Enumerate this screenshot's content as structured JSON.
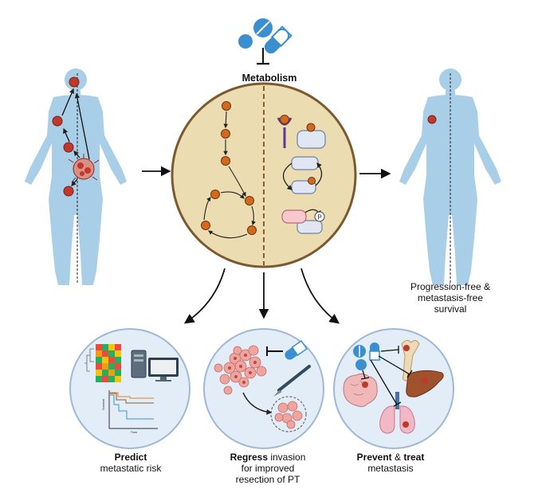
{
  "colors": {
    "body": "#a9cfe8",
    "tumor": "#c0392b",
    "circle_fill": "#ecdcb2",
    "circle_stroke": "#7a5a2e",
    "pill_blue": "#3a8fd0",
    "panel_fill": "#e3edf8",
    "panel_stroke": "#9fb8d6"
  },
  "labels": {
    "metabolism": "Metabolism",
    "survival_line1": "Progression-free &",
    "survival_line2": "metastasis-free",
    "survival_line3": "survival",
    "predict_bold": "Predict",
    "predict_rest": "metastatic risk",
    "regress_bold": "Regress",
    "regress_rest1": " invasion",
    "regress_rest2": "for improved",
    "regress_rest3": "resection of PT",
    "prevent_bold": "Prevent",
    "prevent_amp": " & ",
    "prevent_bold2": "treat",
    "prevent_rest": "metastasis",
    "plot_ylabel": "Survival",
    "plot_xlabel": "Time",
    "phospho": "P"
  },
  "icons": [
    "pill-icon",
    "capsule-icon",
    "inhibition-icon",
    "human-body-icon",
    "tumor-icon",
    "heatmap-icon",
    "computer-icon",
    "survival-plot-icon",
    "scalpel-icon",
    "brain-icon",
    "lungs-icon",
    "liver-icon",
    "bone-icon",
    "receptor-icon",
    "enzyme-icon"
  ]
}
